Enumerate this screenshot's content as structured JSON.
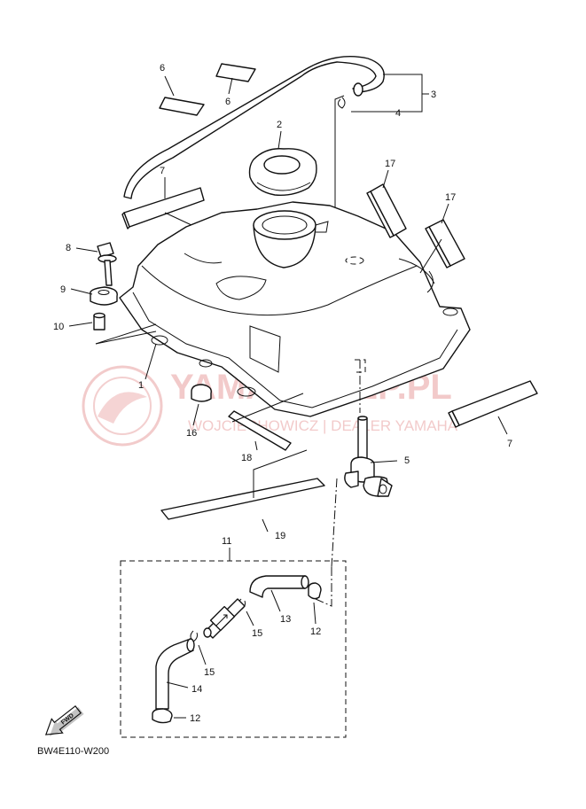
{
  "diagram_code": "BW4E110-W200",
  "fwd_label": "FWD",
  "watermark": {
    "brand": "YAMA-SKLEP.PL",
    "dealer": "WOJCIECHOWICZ | DEALER YAMAHA",
    "color": "#e8a0a0"
  },
  "callouts": [
    {
      "id": "c1",
      "text": "1"
    },
    {
      "id": "c2",
      "text": "2"
    },
    {
      "id": "c3",
      "text": "3"
    },
    {
      "id": "c4",
      "text": "4"
    },
    {
      "id": "c5",
      "text": "5"
    },
    {
      "id": "c6a",
      "text": "6"
    },
    {
      "id": "c6b",
      "text": "6"
    },
    {
      "id": "c7a",
      "text": "7"
    },
    {
      "id": "c7b",
      "text": "7"
    },
    {
      "id": "c8",
      "text": "8"
    },
    {
      "id": "c9",
      "text": "9"
    },
    {
      "id": "c10",
      "text": "10"
    },
    {
      "id": "c11",
      "text": "11"
    },
    {
      "id": "c12a",
      "text": "12"
    },
    {
      "id": "c12b",
      "text": "12"
    },
    {
      "id": "c13",
      "text": "13"
    },
    {
      "id": "c14",
      "text": "14"
    },
    {
      "id": "c15a",
      "text": "15"
    },
    {
      "id": "c15b",
      "text": "15"
    },
    {
      "id": "c16",
      "text": "16"
    },
    {
      "id": "c17a",
      "text": "17"
    },
    {
      "id": "c17b",
      "text": "17"
    },
    {
      "id": "c18",
      "text": "18"
    },
    {
      "id": "c19",
      "text": "19"
    }
  ]
}
